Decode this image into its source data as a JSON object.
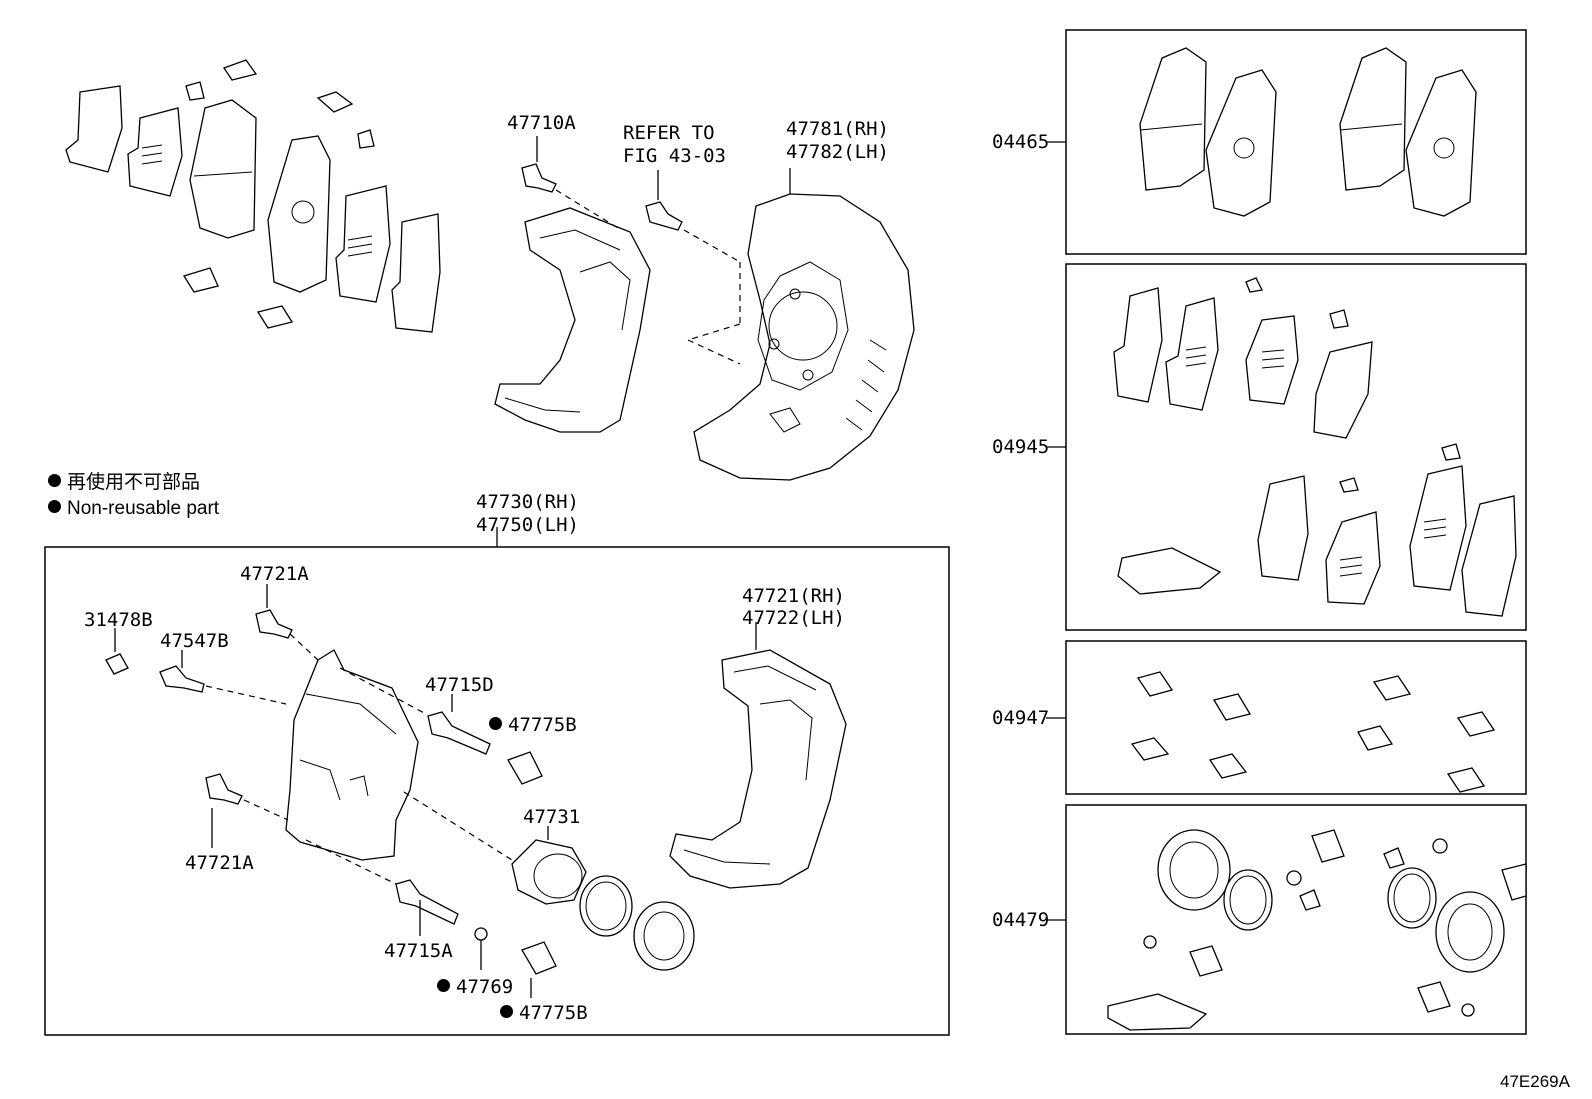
{
  "legend": {
    "jp": "再使用不可部品",
    "en": "Non-reusable part"
  },
  "labels": {
    "p47710A": "47710A",
    "refer": "REFER TO",
    "fig": "FIG 43-03",
    "p47781": "47781(RH)",
    "p47782": "47782(LH)",
    "p47730": "47730(RH)",
    "p47750": "47750(LH)",
    "p47721A_top": "47721A",
    "p31478B": "31478B",
    "p47547B": "47547B",
    "p47715D": "47715D",
    "p47775B_top": "47775B",
    "p47721": "47721(RH)",
    "p47722": "47722(LH)",
    "p47731": "47731",
    "p47721A_bot": "47721A",
    "p47715A": "47715A",
    "p47769": "47769",
    "p47775B_bot": "47775B",
    "k04465": "04465",
    "k04945": "04945",
    "k04947": "04947",
    "k04479": "04479",
    "figure_id": "47E269A"
  }
}
